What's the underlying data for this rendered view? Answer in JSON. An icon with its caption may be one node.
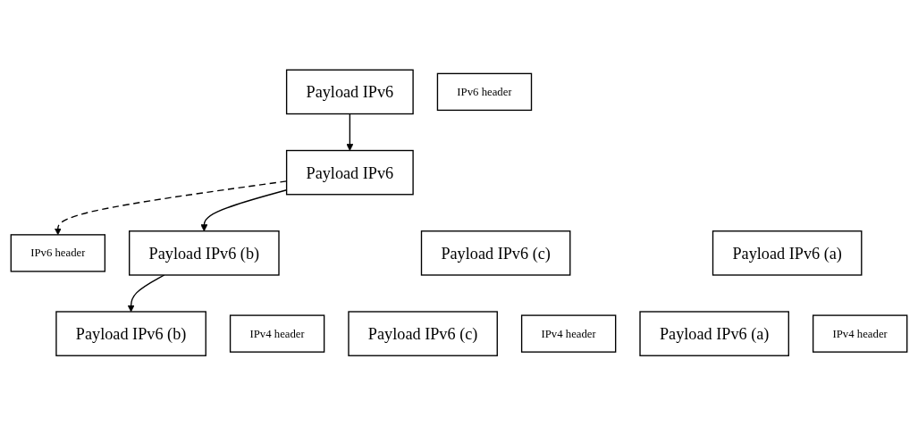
{
  "diagram": {
    "nodes": [
      {
        "text": [
          "Payload IPv6"
        ]
      },
      {
        "text": [
          "IPv6 header"
        ]
      },
      {
        "text": [
          "Payload IPv6"
        ]
      },
      {
        "text": [
          "IPv6 header"
        ]
      },
      {
        "text": [
          "Payload IPv6 (c)"
        ]
      },
      {
        "text": [
          "Payload IPv6 (b)"
        ]
      },
      {
        "text": [
          "Payload IPv6 (a)"
        ]
      },
      {
        "text": [
          "Payload IPv6 (c)"
        ]
      },
      {
        "text": [
          "IPv4 header"
        ]
      },
      {
        "text": [
          "Payload IPv6 (b)"
        ]
      },
      {
        "text": [
          "IPv4 header"
        ]
      },
      {
        "text": [
          "Payload IPv6 (a)"
        ]
      },
      {
        "text": [
          "IPv4 header"
        ]
      }
    ],
    "edges": [
      {
        "from": 0,
        "to": 2,
        "arrow": "to"
      },
      {
        "from": 2,
        "to": 3,
        "arrow": "to",
        "style": "dashed"
      },
      {
        "from": 2,
        "to": 5,
        "arrow": "to"
      },
      {
        "from": 5,
        "to": 9,
        "arrow": "to"
      }
    ]
  }
}
